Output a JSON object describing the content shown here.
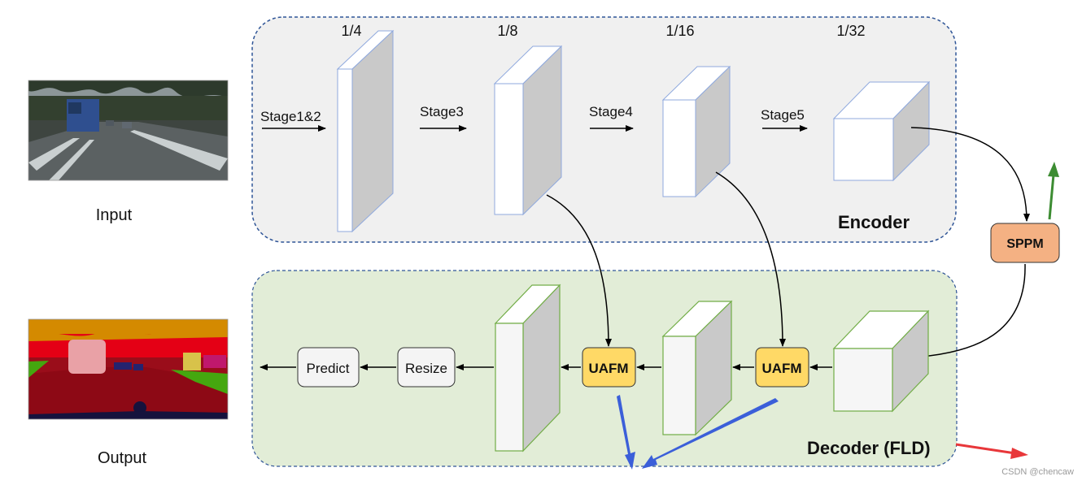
{
  "input": {
    "caption": "Input"
  },
  "output": {
    "caption": "Output"
  },
  "encoder": {
    "title": "Encoder",
    "scales": [
      "1/4",
      "1/8",
      "1/16",
      "1/32"
    ],
    "stages": [
      "Stage1&2",
      "Stage3",
      "Stage4",
      "Stage5"
    ]
  },
  "sppm": {
    "label": "SPPM"
  },
  "decoder": {
    "title": "Decoder (FLD)",
    "uafm_1": "UAFM",
    "uafm_2": "UAFM",
    "resize": "Resize",
    "predict": "Predict"
  },
  "watermark": "CSDN @chencaw",
  "colors": {
    "encoder_bg": "#f0f0f0",
    "decoder_bg": "#e2edd7",
    "border_dash": "#2f5597",
    "encoder_block_edge": "#8fa9de",
    "decoder_block_edge": "#72ad47",
    "sppm_fill": "#f4b183",
    "uafm_fill": "#ffd966",
    "arrow_blue": "#3b5fd9",
    "arrow_green": "#3c8c32",
    "arrow_red": "#e8373a"
  }
}
